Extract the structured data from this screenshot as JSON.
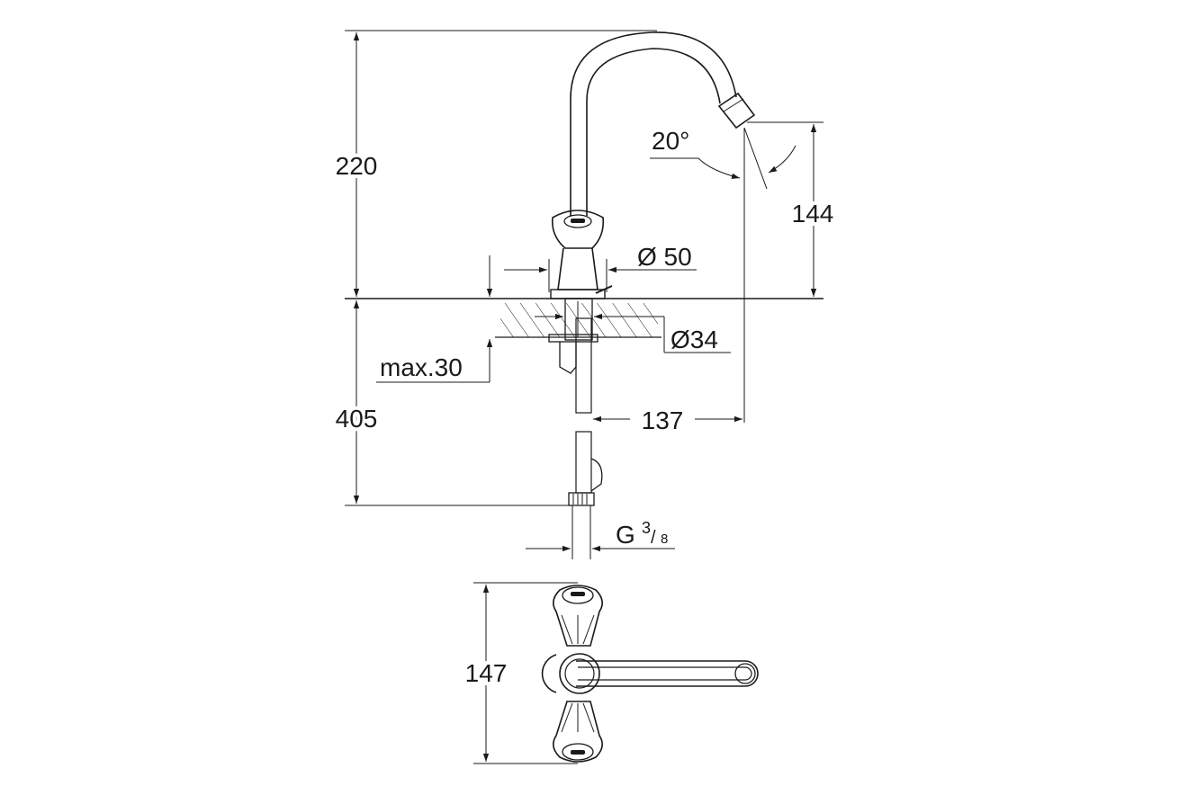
{
  "dimensions": {
    "height_above_deck": "220",
    "height_below_deck": "405",
    "outlet_height": "144",
    "spout_angle": "20°",
    "base_diameter": "Ø 50",
    "hole_diameter": "Ø34",
    "max_deck_thickness": "max.30",
    "spout_reach": "137",
    "connection_thread": "G",
    "thread_fraction_num": "3",
    "thread_fraction_den": "8",
    "top_view_width": "147"
  }
}
